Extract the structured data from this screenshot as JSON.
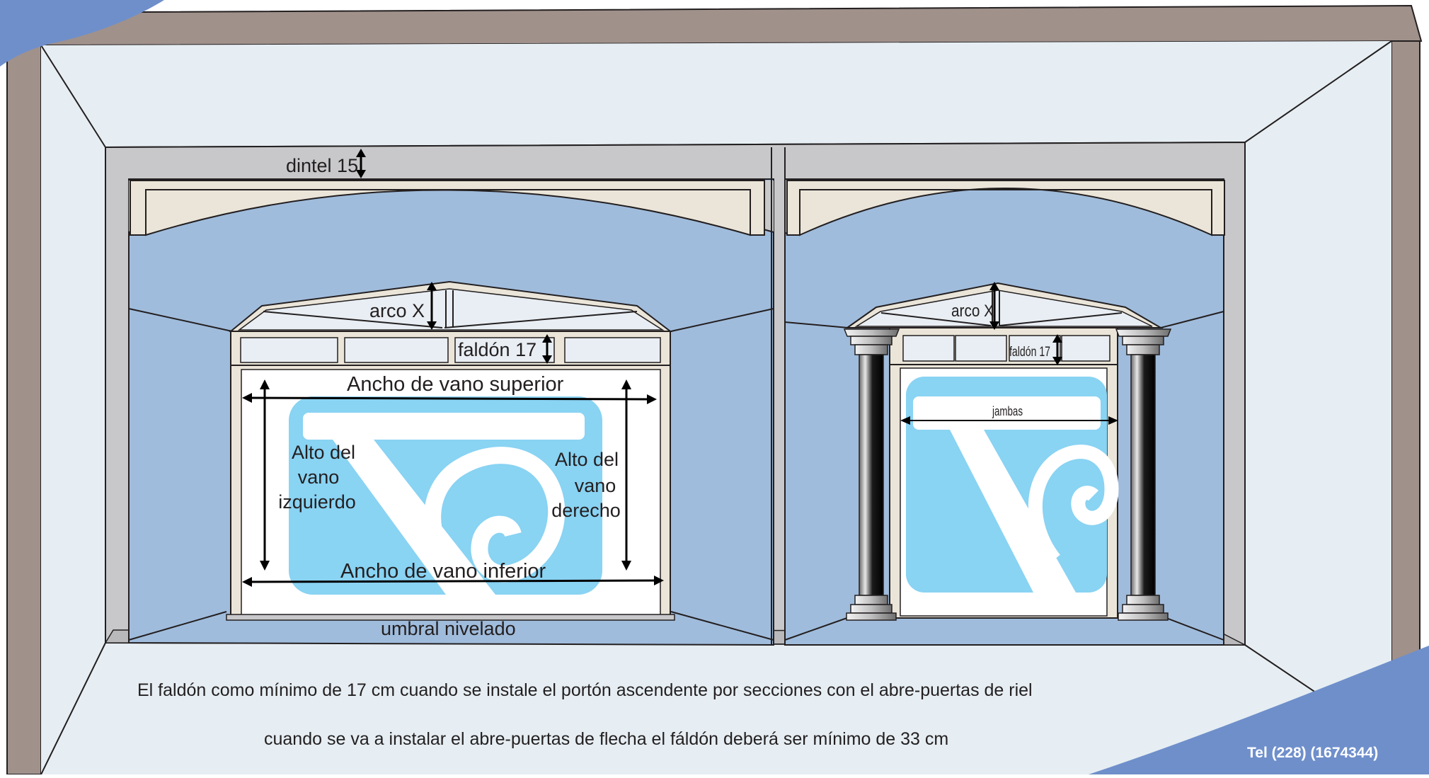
{
  "diagram": {
    "left_opening": {
      "lintel_label": "dintel 15",
      "arch_label": "arco X",
      "skirt_label": "faldón 17",
      "top_width_label": "Ancho de vano superior",
      "left_height_label": [
        "Alto del",
        "vano",
        "izquierdo"
      ],
      "right_height_label": [
        "Alto del",
        "vano",
        "derecho"
      ],
      "bottom_width_label": "Ancho de vano inferior",
      "threshold_label": "umbral nivelado"
    },
    "right_opening": {
      "arch_label": "arco X",
      "skirt_label": "faldón 17",
      "jambs_label": "jambas"
    },
    "notes": [
      "El faldón como mínimo de 17 cm cuando se instale el portón ascendente por secciones con el abre-puertas de  riel",
      "cuando se va a instalar el abre-puertas de flecha el fáldón deberá ser mínimo de 33 cm"
    ],
    "phone": "Tel (228) (1674344)"
  },
  "colors": {
    "outer_frame": "#a0918b",
    "room_wall": "#e6eef3",
    "back_wall_blue": "#a0bcdc",
    "lintel_gray": "#c8c8ca",
    "cream": "#eae5d8",
    "logo_blue": "#89d3f3",
    "corner_blue": "#6f8fcb"
  }
}
